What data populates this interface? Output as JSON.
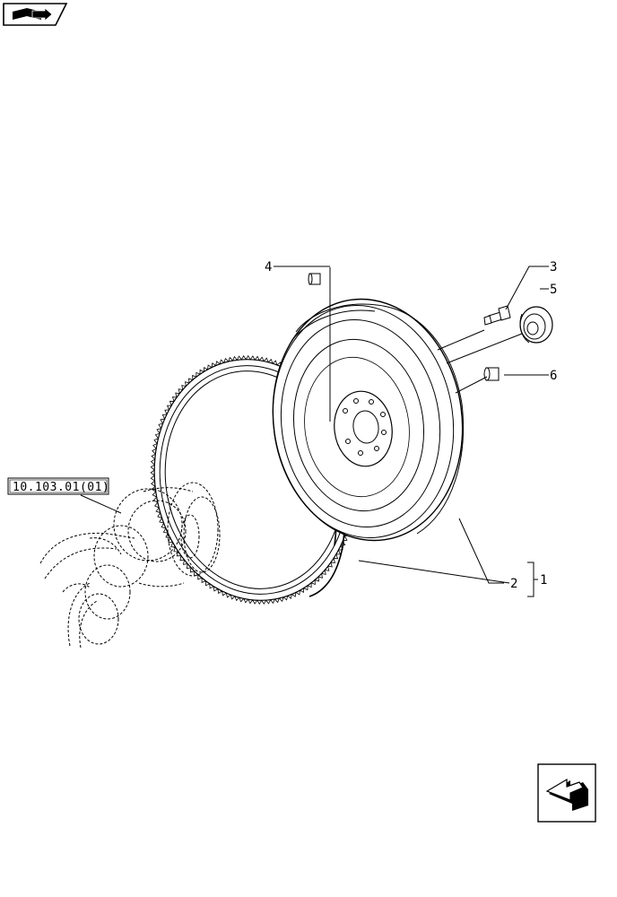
{
  "header": {
    "nav_icon": "book-arrow-icon"
  },
  "diagram": {
    "reference_label": "10.103.01(01)",
    "callouts": [
      {
        "id": "1",
        "label": "1"
      },
      {
        "id": "2",
        "label": "2"
      },
      {
        "id": "3",
        "label": "3"
      },
      {
        "id": "4",
        "label": "4"
      },
      {
        "id": "5",
        "label": "5"
      },
      {
        "id": "6",
        "label": "6"
      }
    ],
    "parts": [
      "flywheel",
      "ring-gear",
      "bolt",
      "dowel-pin",
      "washer",
      "pin",
      "crankshaft"
    ]
  },
  "footer": {
    "nav_icon": "next-page-arrow-icon"
  }
}
